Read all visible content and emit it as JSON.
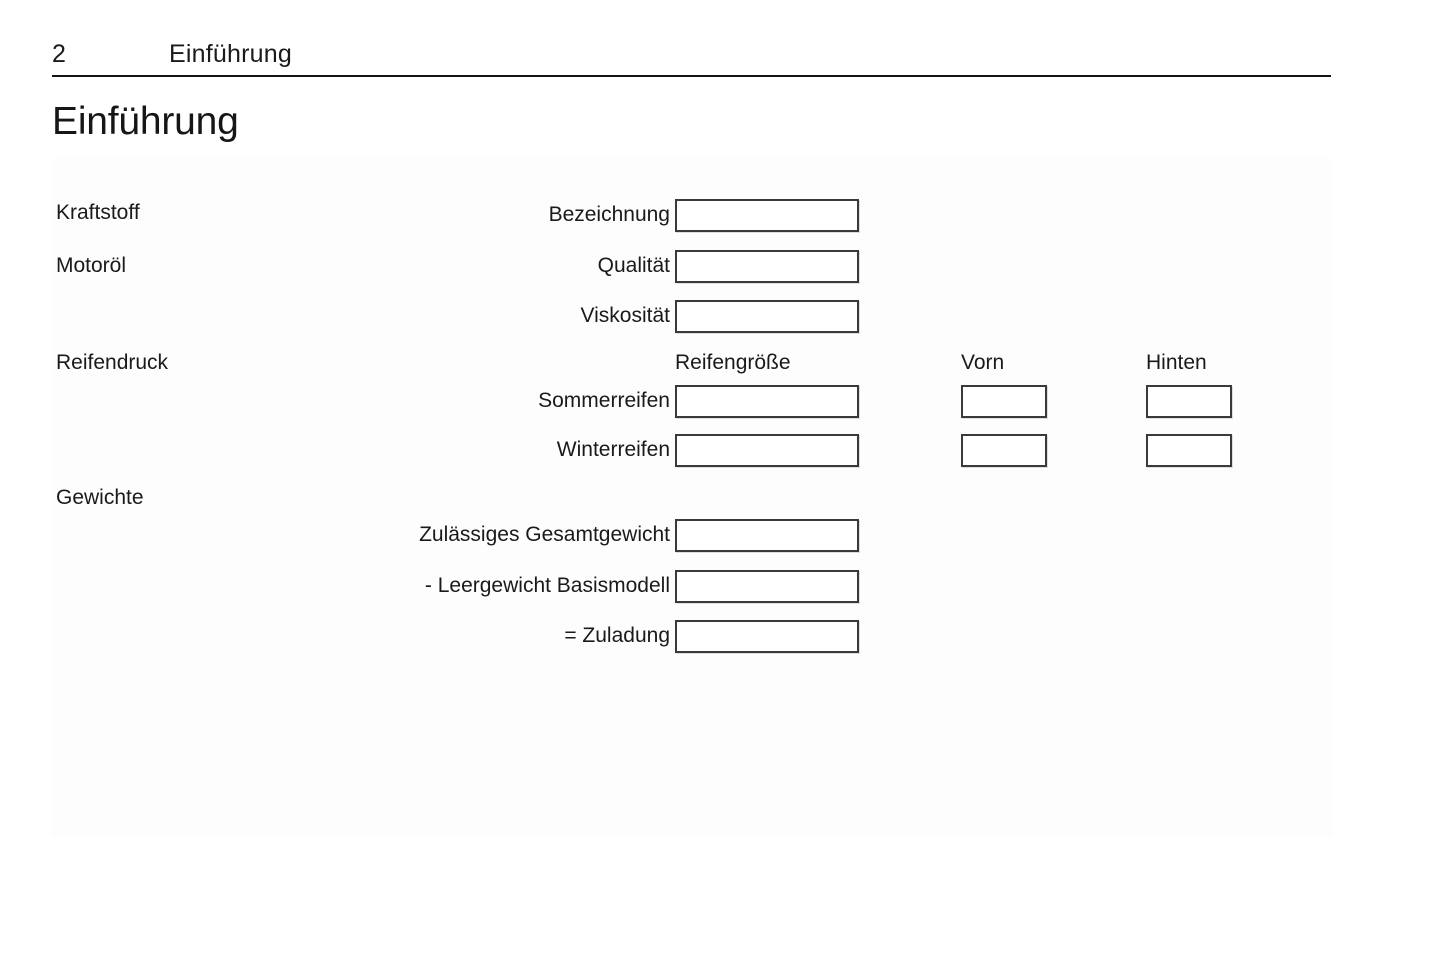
{
  "header": {
    "page_number": "2",
    "chapter": "Einführung"
  },
  "page_title": "Einführung",
  "form": {
    "sections": [
      {
        "label": "Kraftstoff"
      },
      {
        "label": "Motoröl"
      },
      {
        "label": "Reifendruck"
      },
      {
        "label": "Gewichte"
      }
    ],
    "column_headers": {
      "tire_size": "Reifengröße",
      "front": "Vorn",
      "rear": "Hinten"
    },
    "fields": {
      "bezeichnung": {
        "label": "Bezeichnung",
        "value": ""
      },
      "qualitaet": {
        "label": "Qualität",
        "value": ""
      },
      "viskositaet": {
        "label": "Viskosität",
        "value": ""
      },
      "sommerreifen": {
        "label": "Sommerreifen",
        "size": "",
        "front": "",
        "rear": ""
      },
      "winterreifen": {
        "label": "Winterreifen",
        "size": "",
        "front": "",
        "rear": ""
      },
      "gesamtgewicht": {
        "label": "Zulässiges Gesamtgewicht",
        "value": ""
      },
      "leergewicht": {
        "label": "- Leergewicht Basismodell",
        "value": ""
      },
      "zuladung": {
        "label": "= Zuladung",
        "value": ""
      }
    }
  }
}
